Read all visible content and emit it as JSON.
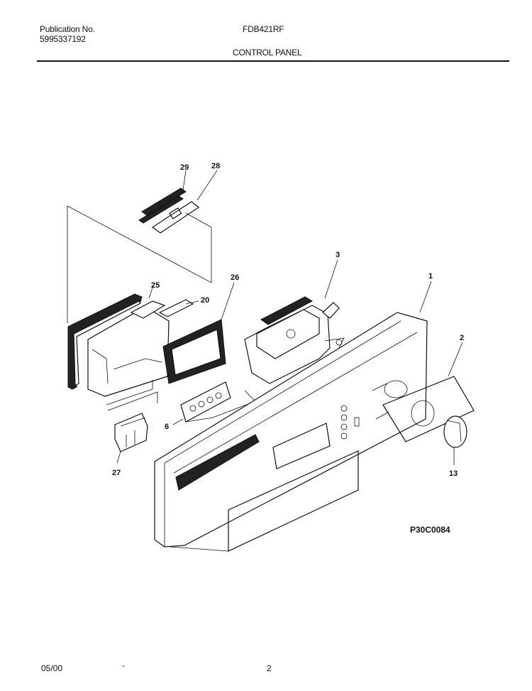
{
  "header": {
    "publication_label": "Publication No.",
    "publication_number": "5995337192",
    "model": "FDB421RF",
    "section_title": "CONTROL PANEL"
  },
  "diagram": {
    "drawing_code": "P30C0084",
    "callouts": [
      "29",
      "28",
      "3",
      "1",
      "25",
      "26",
      "20",
      "2",
      "6",
      "27",
      "13"
    ]
  },
  "footer": {
    "date": "05/00",
    "dot": "-",
    "page": "2"
  }
}
